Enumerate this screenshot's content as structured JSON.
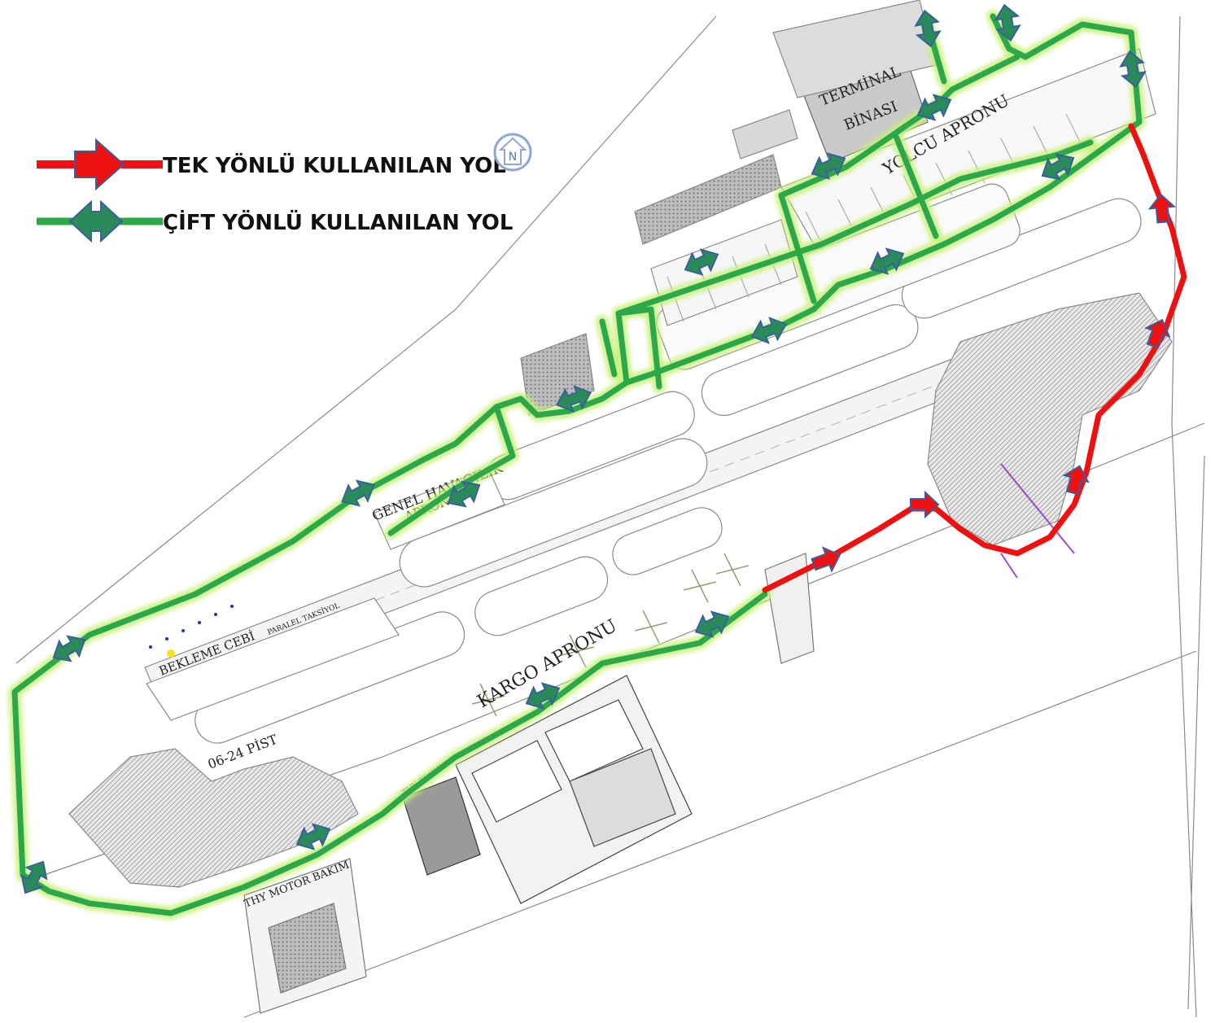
{
  "legend": {
    "one_way_label": "TEK YÖNLÜ KULLANILAN YOL",
    "two_way_label": "ÇİFT YÖNLÜ KULLANILAN YOL",
    "north_letter": "N"
  },
  "labels": {
    "terminal_line1": "TERMİNAL",
    "terminal_line2": "BİNASI",
    "passenger_apron": "YOLCU APRONU",
    "general_aviation_line1": "GENEL HAVACILIK",
    "general_aviation_line2": "APRONU",
    "holding_bay": "BEKLEME CEBİ",
    "parallel_taxiway": "PARALEL TAKSİYOL",
    "runway": "06-24 PİST",
    "cargo_apron": "KARGO APRONU",
    "thy_engine": "THY MOTOR BAKIM",
    "thy_technic": "THY TECHNIC"
  },
  "colors": {
    "one_way": "#ee1111",
    "two_way": "#2aa84a",
    "two_way_glow": "#c8f07a",
    "arrow_blue": "#3a5f9e",
    "map_line": "#7a7a7a",
    "hatch": "#9a9a9a"
  },
  "icons": [
    "one-way-arrow-icon",
    "two-way-arrow-icon",
    "north-arrow-icon"
  ]
}
